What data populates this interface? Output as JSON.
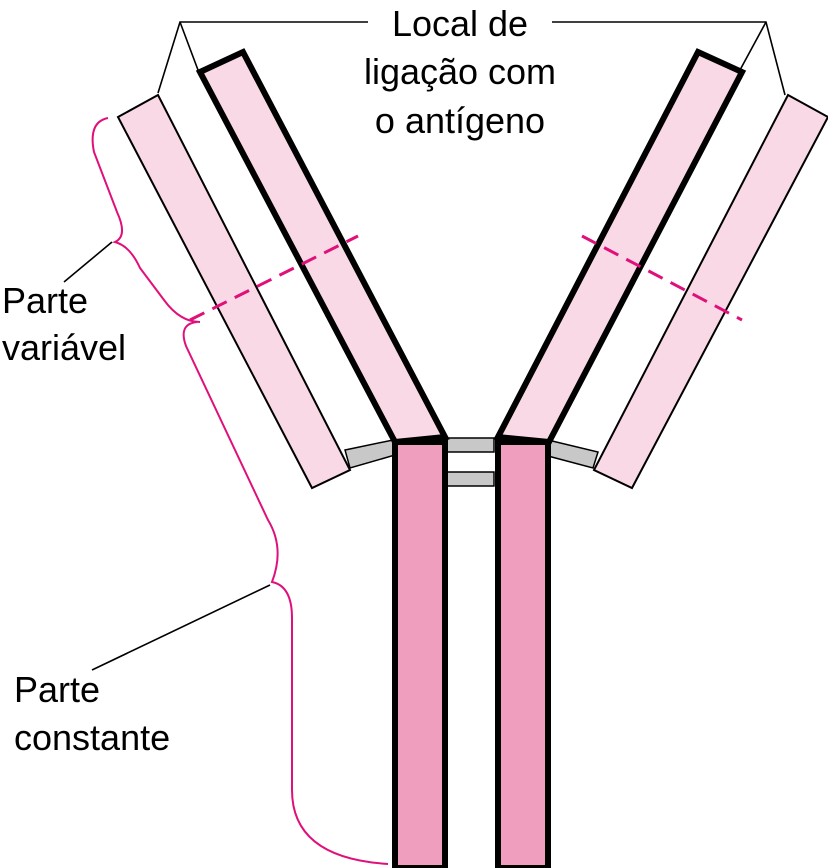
{
  "labels": {
    "binding_site": [
      "Local de",
      "ligação com",
      "o antígeno"
    ],
    "variable_part": [
      "Parte",
      "variável"
    ],
    "constant_part": [
      "Parte",
      "constante"
    ]
  },
  "colors": {
    "light_chain_fill": "#f9d9e5",
    "heavy_chain_variable_fill": "#f9d9e5",
    "heavy_chain_constant_fill": "#ef9fbd",
    "outline": "#000000",
    "disulfide_bridge": "#c8c8c8",
    "bracket_magenta": "#e0107a",
    "leader_line": "#000000"
  }
}
